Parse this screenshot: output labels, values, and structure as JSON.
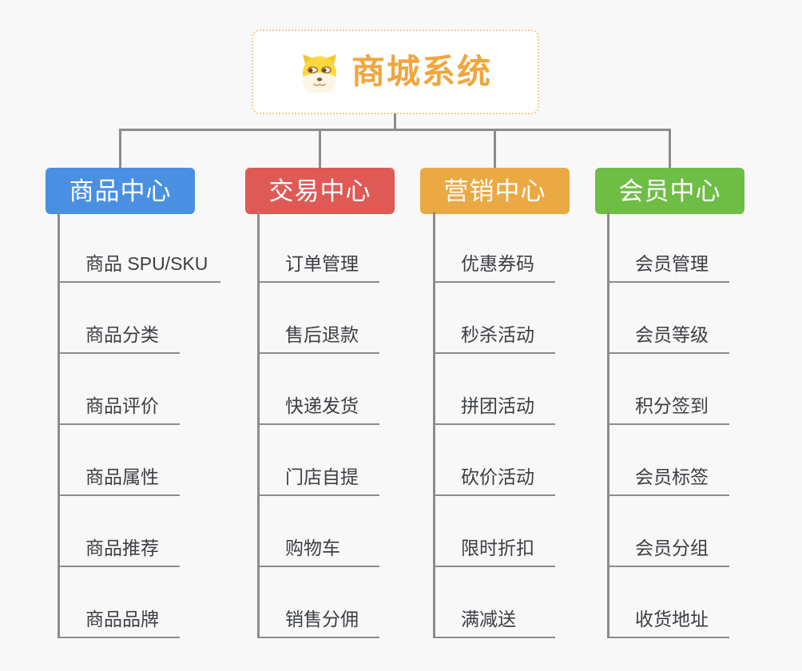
{
  "root": {
    "title": "商城系统",
    "icon": "doge-icon"
  },
  "branches": [
    {
      "label": "商品中心",
      "color": "#4a90e2",
      "items": [
        "商品 SPU/SKU",
        "商品分类",
        "商品评价",
        "商品属性",
        "商品推荐",
        "商品品牌"
      ]
    },
    {
      "label": "交易中心",
      "color": "#e05a55",
      "items": [
        "订单管理",
        "售后退款",
        "快递发货",
        "门店自提",
        "购物车",
        "销售分佣"
      ]
    },
    {
      "label": "营销中心",
      "color": "#eaa942",
      "items": [
        "优惠券码",
        "秒杀活动",
        "拼团活动",
        "砍价活动",
        "限时折扣",
        "满减送"
      ]
    },
    {
      "label": "会员中心",
      "color": "#6ebe45",
      "items": [
        "会员管理",
        "会员等级",
        "积分签到",
        "会员标签",
        "会员分组",
        "收货地址"
      ]
    }
  ],
  "colors": {
    "background": "#f8f8f8",
    "connector": "#8c8c8c",
    "root_accent": "#f0a63e",
    "root_border": "#f2c98c",
    "leaf_text": "#3b3e43"
  }
}
